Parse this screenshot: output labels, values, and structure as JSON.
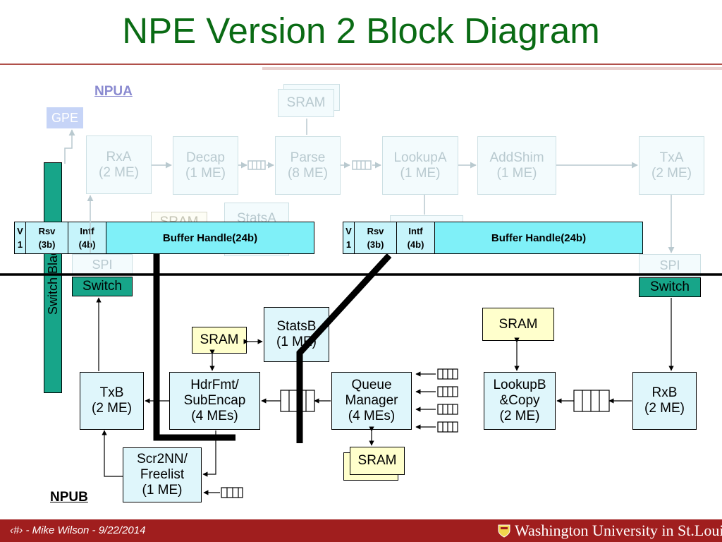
{
  "title": "NPE Version 2 Block Diagram",
  "labels": {
    "npua": "NPUA",
    "npub": "NPUB"
  },
  "npua": {
    "gpe": "GPE",
    "sram_top": "SRAM",
    "rxa": [
      "RxA",
      "(2 ME)"
    ],
    "decap": [
      "Decap",
      "(1 ME)"
    ],
    "parse": [
      "Parse",
      "(8 ME)"
    ],
    "lookupa": [
      "LookupA",
      "(1 ME)"
    ],
    "addshim": [
      "AddShim",
      "(1 ME)"
    ],
    "txa": [
      "TxA",
      "(2 ME)"
    ],
    "sram_mid": "SRAM",
    "statsa": "StatsA",
    "spi_left": "SPI",
    "spi_right": "SPI"
  },
  "switch_blade": "Switch Blade",
  "switch_left": "Switch",
  "switch_right": "Switch",
  "header_fields": [
    {
      "a": "V",
      "b": "1"
    },
    {
      "a": "Rsv",
      "b": "(3b)"
    },
    {
      "a": "Intf",
      "b": "(4b)"
    },
    {
      "a": "Buffer Handle(24b)",
      "b": ""
    }
  ],
  "npub": {
    "statsb": [
      "StatsB",
      "(1 ME)"
    ],
    "sram_hdr": "SRAM",
    "sram_lookupb": "SRAM",
    "sram_qm": "SRAM",
    "txb": [
      "TxB",
      "(2 ME)"
    ],
    "hdrfmt": [
      "HdrFmt/",
      "SubEncap",
      "(4 MEs)"
    ],
    "qm": [
      "Queue",
      "Manager",
      "(4 MEs)"
    ],
    "lookupb": [
      "LookupB",
      "&Copy",
      "(2 ME)"
    ],
    "rxb": [
      "RxB",
      "(2 ME)"
    ],
    "scr2nn": [
      "Scr2NN/",
      "Freelist",
      "(1 ME)"
    ]
  },
  "footer": {
    "text": "‹#› - Mike Wilson - 9/22/2014",
    "university": "Washington University in St.Louis",
    "logo_icon": "university-shield-icon",
    "bar_color": "#a01e1e"
  },
  "colors": {
    "title": "#0a6b14",
    "box": "#dff6fb",
    "sram": "#ffffcc",
    "switch": "#17a589",
    "header_bh": "#7ff0f8"
  }
}
